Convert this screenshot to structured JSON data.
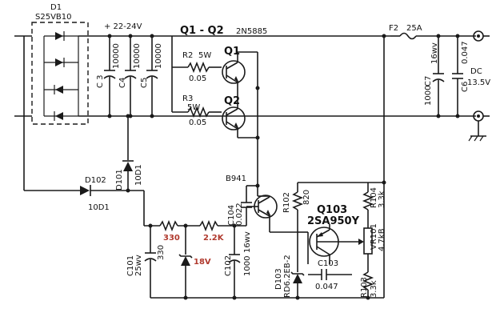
{
  "labels": {
    "d1": "D1",
    "d1_part": "S25VB10",
    "supply_v": "+ 22-24V",
    "q_range": "Q1 - Q2",
    "q_part": "2N5885",
    "fuse": "F2",
    "fuse_val": "25A",
    "r2": "R2",
    "r2_w": "5W",
    "r2_val": "0.05",
    "r3": "R3",
    "r3_w": "5W",
    "r3_val": "0.05",
    "q1": "Q1",
    "q2": "Q2",
    "c3": "C 3",
    "c3_val": "10000",
    "c4": "C4",
    "c4_val": "10000",
    "c5": "C5",
    "c5_val": "10000",
    "c7": "C7",
    "c7_val": "1000",
    "c7_v": "16wv",
    "c6": "C6",
    "c6_val": "0.047",
    "dc": "DC",
    "dc_v": "13.5V",
    "d101": "D101",
    "d101_part": "10D1",
    "d102": "D102",
    "d102_part": "10D1",
    "b941": "B941",
    "c104": "C104",
    "c104_val": "0.022",
    "r102": "R102",
    "r102_val": "820",
    "q103": "Q103",
    "q103_part": "2SA950Y",
    "r104": "R104",
    "r104_val": "3.3k",
    "vr101": "VR101",
    "vr101_val": "4.7kB",
    "r103": "R103",
    "r103_val": "3.3k",
    "c103": "C103",
    "c103_val": "0.047",
    "d103": "D103",
    "d103_part": "RD6.2EB-2",
    "c102": "C102",
    "c102_val": "1000",
    "c102_v": "16wv",
    "c101": "C101",
    "c101_val": "330",
    "c101_v": "25wv",
    "r_330": "330",
    "r_2k2": "2.2K",
    "z_18v": "18V"
  },
  "colors": {
    "ink": "#1a1a1a",
    "annotation_red": "#b03a2e",
    "paper": "#ffffff"
  }
}
